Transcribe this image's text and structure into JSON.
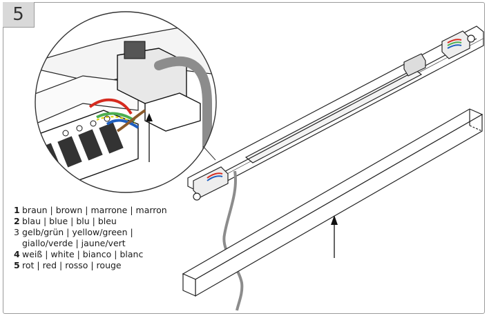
{
  "step": {
    "number": "5"
  },
  "legend": [
    {
      "num": "1",
      "bold": true,
      "text": "braun | brown | marrone | marron"
    },
    {
      "num": "2",
      "bold": true,
      "text": "blau | blue | blu |  bleu"
    },
    {
      "num": "3",
      "bold": false,
      "text": "gelb/grün | yellow/green |",
      "cont": "giallo/verde | jaune/vert"
    },
    {
      "num": "4",
      "bold": true,
      "text": "weiß | white | bianco | blanc"
    },
    {
      "num": "5",
      "bold": true,
      "text": "rot | red | rosso | rouge"
    }
  ],
  "colors": {
    "frame": "#9a9a9a",
    "step_bg": "#d9d9d9",
    "wire_brown": "#8b5a2b",
    "wire_blue": "#1f5fbf",
    "wire_green": "#4caf50",
    "wire_yellow": "#e3d000",
    "wire_red": "#d62b1f",
    "cable_grey": "#8c8c8c"
  }
}
